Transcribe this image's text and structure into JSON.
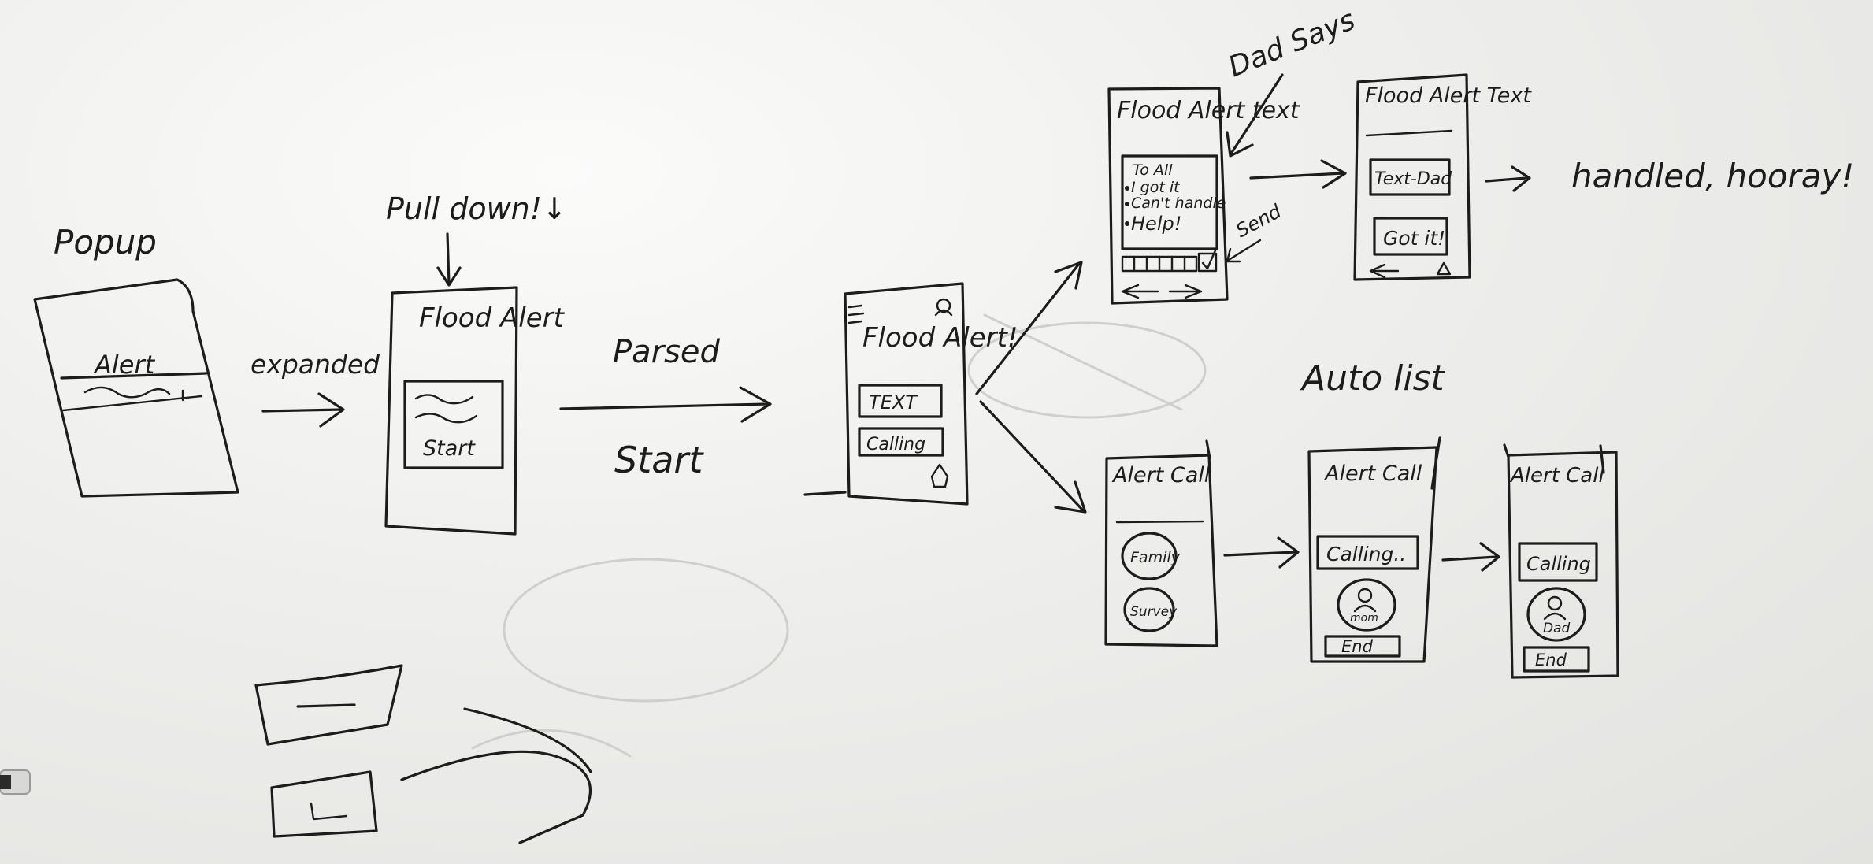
{
  "labels": {
    "popup": "Popup",
    "popup_alert": "Alert",
    "expanded": "expanded",
    "pull_down": "Pull down!↓",
    "flood_alert_title": "Flood Alert",
    "start_button": "Start",
    "parsed": "Parsed",
    "start": "Start",
    "flood_alert_main": "Flood Alert!",
    "text_button": "TEXT",
    "calling_button": "Calling",
    "dad_says": "Dad Says",
    "send": "Send",
    "flood_alert_text_1": "Flood Alert text",
    "options": [
      "To All",
      "I got it",
      "Can't handle",
      "Help!"
    ],
    "flood_alert_text_2": "Flood Alert Text",
    "text_dad": "Text-Dad",
    "got_it": "Got it!",
    "handled_hooray": "handled, hooray!",
    "auto_list": "Auto list",
    "alert_call_1": "Alert Call",
    "family": "Family",
    "survey": "Survey",
    "alert_call_2": "Alert Call",
    "calling_dots": "Calling..",
    "mom": "mom",
    "end_1": "End",
    "alert_call_3": "Alert Call",
    "calling": "Calling",
    "dad": "Dad",
    "end_2": "End"
  }
}
